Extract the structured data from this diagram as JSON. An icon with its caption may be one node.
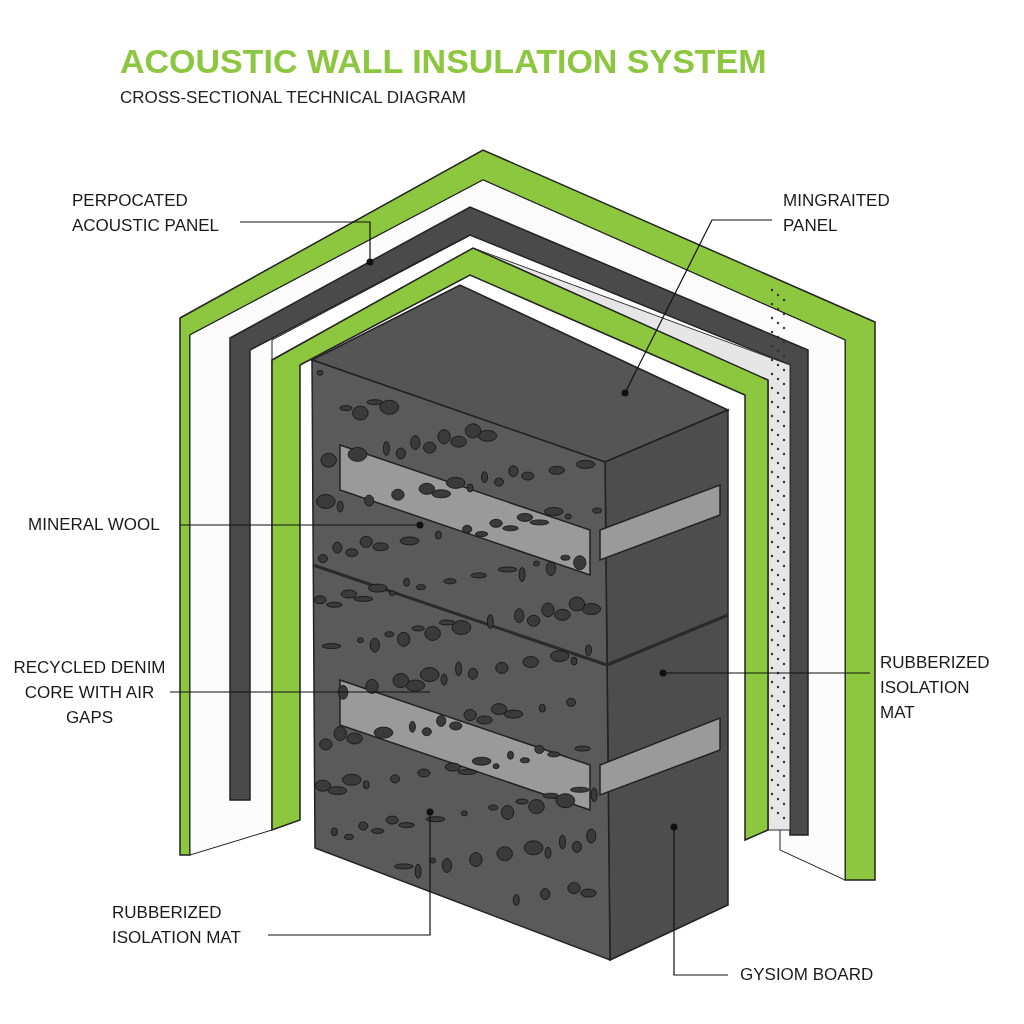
{
  "diagram": {
    "title": "ACOUSTIC WALL INSULATION SYSTEM",
    "caption": "CROSS-SECTIONAL TECHNICAL DIAGRAM",
    "nodes": [
      {
        "text": [
          "PERPOCATED ACOUSTIC PANEL"
        ]
      },
      {
        "text": [
          "MINGRAITED PANEL"
        ]
      },
      {
        "text": [
          "MINERAL WOOL"
        ]
      },
      {
        "text": [
          "RECYCLED DENIM CORE WITH AIR GAPS"
        ]
      },
      {
        "text": [
          "RUBBERIZED ISOLATION MAT"
        ]
      },
      {
        "text": [
          "RUBBERIZED ISOLATION MAT"
        ]
      },
      {
        "text": [
          "GYSIOM BOARD"
        ]
      }
    ],
    "edges": [
      {
        "from": 0,
        "to": null,
        "arrow": "other"
      },
      {
        "from": 1,
        "to": null,
        "arrow": "other"
      },
      {
        "from": 2,
        "to": null,
        "arrow": "other"
      },
      {
        "from": 3,
        "to": null,
        "arrow": "none"
      },
      {
        "from": 4,
        "to": null,
        "arrow": "other"
      },
      {
        "from": 5,
        "to": null,
        "arrow": "other"
      },
      {
        "from": 6,
        "to": null,
        "arrow": "other"
      }
    ]
  }
}
